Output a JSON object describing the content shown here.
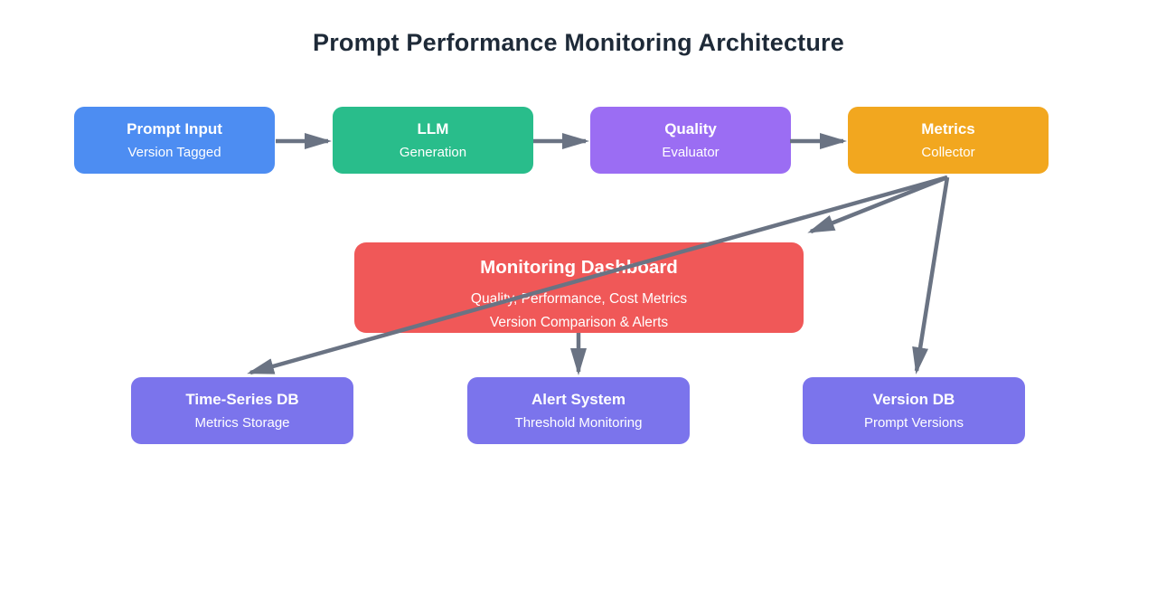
{
  "title": "Prompt Performance Monitoring Architecture",
  "colors": {
    "background": "#FFFFFF",
    "title_text": "#1E2A38",
    "connector": "#6A7383",
    "node_text": "#FFFFFF"
  },
  "nodes": {
    "prompt_input": {
      "title": "Prompt Input",
      "subtitle": "Version Tagged",
      "color": "#4D8DF2"
    },
    "llm": {
      "title": "LLM",
      "subtitle": "Generation",
      "color": "#29BD8B"
    },
    "quality": {
      "title": "Quality",
      "subtitle": "Evaluator",
      "color": "#9B6DF3"
    },
    "metrics": {
      "title": "Metrics",
      "subtitle": "Collector",
      "color": "#F2A71F"
    },
    "dashboard": {
      "title": "Monitoring Dashboard",
      "line1": "Quality, Performance, Cost Metrics",
      "line2": "Version Comparison & Alerts",
      "color": "#F05858"
    },
    "timeseries_db": {
      "title": "Time-Series DB",
      "subtitle": "Metrics Storage",
      "color": "#7B74EC"
    },
    "alert_system": {
      "title": "Alert System",
      "subtitle": "Threshold Monitoring",
      "color": "#7B74EC"
    },
    "version_db": {
      "title": "Version DB",
      "subtitle": "Prompt Versions",
      "color": "#7B74EC"
    }
  },
  "edges": [
    {
      "from": "prompt-input",
      "to": "llm"
    },
    {
      "from": "llm",
      "to": "quality"
    },
    {
      "from": "quality",
      "to": "metrics"
    },
    {
      "from": "metrics",
      "to": "monitoring-dashboard"
    },
    {
      "from": "metrics",
      "to": "time-series-db"
    },
    {
      "from": "metrics",
      "to": "version-db"
    },
    {
      "from": "monitoring-dashboard",
      "to": "alert-system"
    }
  ]
}
